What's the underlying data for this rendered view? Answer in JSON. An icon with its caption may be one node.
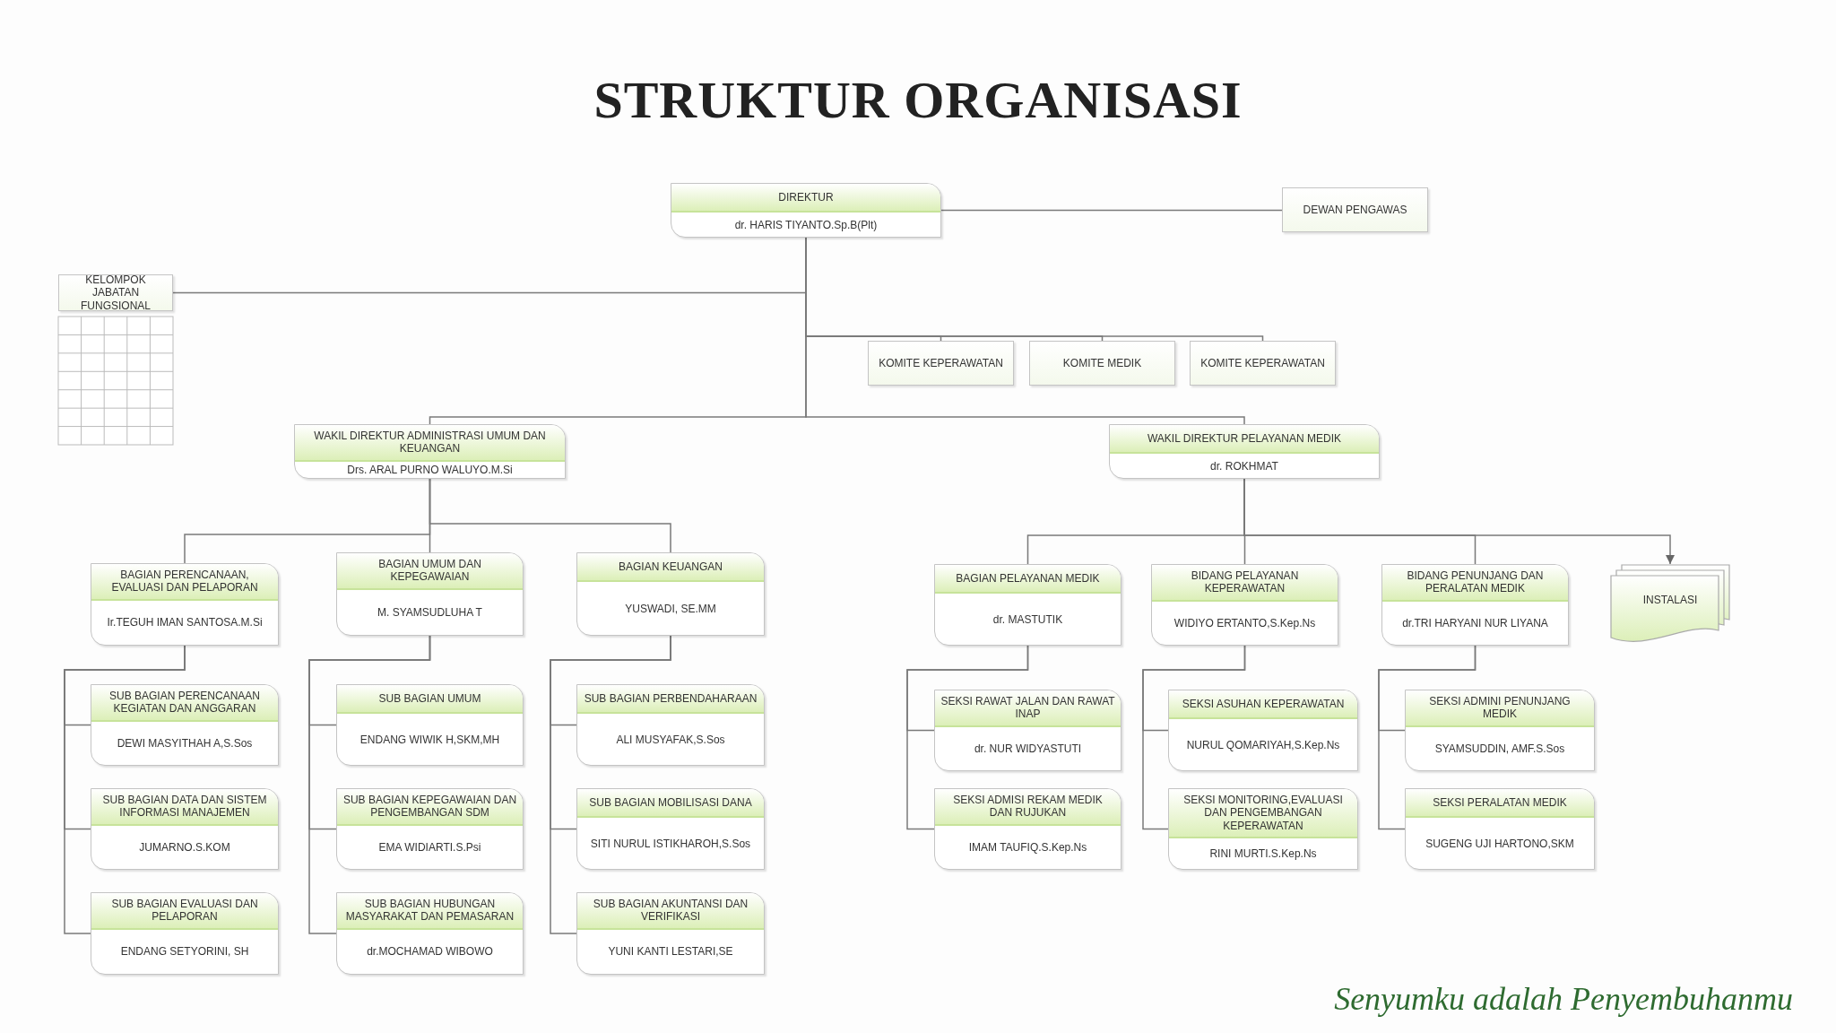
{
  "diagram": {
    "title": "STRUKTUR ORGANISASI",
    "nodes": [
      {
        "text": [
          "DIREKTUR",
          "dr. HARIS TIYANTO.Sp.B(Plt)"
        ]
      },
      {
        "text": [
          "DEWAN PENGAWAS"
        ]
      },
      {
        "text": [
          "KELOMPOK JABATAN FUNGSIONAL"
        ]
      },
      {
        "text": [
          "KOMITE KEPERAWATAN"
        ]
      },
      {
        "text": [
          "KOMITE MEDIK"
        ]
      },
      {
        "text": [
          "KOMITE KEPERAWATAN"
        ]
      },
      {
        "text": [
          "WAKIL DIREKTUR ADMINISTRASI UMUM DAN KEUANGAN",
          "Drs. ARAL PURNO WALUYO.M.Si"
        ]
      },
      {
        "text": [
          "WAKIL DIREKTUR PELAYANAN MEDIK",
          "dr. ROKHMAT"
        ]
      },
      {
        "text": [
          "BAGIAN PERENCANAAN, EVALUASI DAN PELAPORAN",
          "Ir.TEGUH IMAN SANTOSA.M.Si"
        ]
      },
      {
        "text": [
          "SUB BAGIAN PERENCANAAN KEGIATAN DAN ANGGARAN",
          "DEWI MASYITHAH A,S.Sos"
        ]
      },
      {
        "text": [
          "SUB BAGIAN DATA DAN SISTEM INFORMASI MANAJEMEN",
          "JUMARNO.S.KOM"
        ]
      },
      {
        "text": [
          "SUB BAGIAN EVALUASI DAN PELAPORAN",
          "ENDANG SETYORINI, SH"
        ]
      },
      {
        "text": [
          "BAGIAN UMUM DAN KEPEGAWAIAN",
          "M. SYAMSUDLUHA T"
        ]
      },
      {
        "text": [
          "SUB BAGIAN UMUM",
          "ENDANG WIWIK H,SKM,MH"
        ]
      },
      {
        "text": [
          "SUB BAGIAN KEPEGAWAIAN DAN PENGEMBANGAN SDM",
          "EMA WIDIARTI.S.Psi"
        ]
      },
      {
        "text": [
          "SUB BAGIAN HUBUNGAN MASYARAKAT DAN PEMASARAN",
          "dr.MOCHAMAD WIBOWO"
        ]
      },
      {
        "text": [
          "BAGIAN KEUANGAN",
          "YUSWADI, SE.MM"
        ]
      },
      {
        "text": [
          "SUB BAGIAN PERBENDAHARAAN",
          "ALI MUSYAFAK,S.Sos"
        ]
      },
      {
        "text": [
          "SUB BAGIAN MOBILISASI DANA",
          "SITI NURUL ISTIKHAROH,S.Sos"
        ]
      },
      {
        "text": [
          "SUB BAGIAN AKUNTANSI DAN VERIFIKASI",
          "YUNI KANTI LESTARI,SE"
        ]
      },
      {
        "text": [
          "BAGIAN PELAYANAN MEDIK",
          "dr. MASTUTIK"
        ]
      },
      {
        "text": [
          "SEKSI RAWAT JALAN DAN RAWAT INAP",
          "dr. NUR WIDYASTUTI"
        ]
      },
      {
        "text": [
          "SEKSI ADMISI REKAM MEDIK DAN RUJUKAN",
          "IMAM TAUFIQ.S.Kep.Ns"
        ]
      },
      {
        "text": [
          "BIDANG PELAYANAN KEPERAWATAN",
          "WIDIYO ERTANTO,S.Kep.Ns"
        ]
      },
      {
        "text": [
          "SEKSI ASUHAN KEPERAWATAN",
          "NURUL QOMARIYAH,S.Kep.Ns"
        ]
      },
      {
        "text": [
          "SEKSI MONITORING,EVALUASI DAN PENGEMBANGAN KEPERAWATAN",
          "RINI MURTI.S.Kep.Ns"
        ]
      },
      {
        "text": [
          "BIDANG PENUNJANG DAN PERALATAN MEDIK",
          "dr.TRI HARYANI NUR LIYANA"
        ]
      },
      {
        "text": [
          "SEKSI ADMINI PENUNJANG MEDIK",
          "SYAMSUDDIN, AMF.S.Sos"
        ]
      },
      {
        "text": [
          "SEKSI PERALATAN MEDIK",
          "SUGENG UJI HARTONO,SKM"
        ]
      },
      {
        "text": [
          "INSTALASI"
        ]
      }
    ],
    "edges": [
      {
        "from": 0,
        "to": 1,
        "arrow": "none"
      },
      {
        "from": 0,
        "to": 2,
        "arrow": "none"
      },
      {
        "from": 0,
        "to": 3,
        "arrow": "none"
      },
      {
        "from": 0,
        "to": 4,
        "arrow": "none"
      },
      {
        "from": 0,
        "to": 5,
        "arrow": "none"
      },
      {
        "from": 0,
        "to": 6,
        "arrow": "none"
      },
      {
        "from": 0,
        "to": 7,
        "arrow": "none"
      },
      {
        "from": 6,
        "to": 8,
        "arrow": "none"
      },
      {
        "from": 6,
        "to": 12,
        "arrow": "none"
      },
      {
        "from": 6,
        "to": 16,
        "arrow": "none"
      },
      {
        "from": 8,
        "to": 9,
        "arrow": "none"
      },
      {
        "from": 8,
        "to": 10,
        "arrow": "none"
      },
      {
        "from": 8,
        "to": 11,
        "arrow": "none"
      },
      {
        "from": 12,
        "to": 13,
        "arrow": "none"
      },
      {
        "from": 12,
        "to": 14,
        "arrow": "none"
      },
      {
        "from": 12,
        "to": 15,
        "arrow": "none"
      },
      {
        "from": 16,
        "to": 17,
        "arrow": "none"
      },
      {
        "from": 16,
        "to": 18,
        "arrow": "none"
      },
      {
        "from": 16,
        "to": 19,
        "arrow": "none"
      },
      {
        "from": 7,
        "to": 20,
        "arrow": "none"
      },
      {
        "from": 7,
        "to": 23,
        "arrow": "none"
      },
      {
        "from": 7,
        "to": 26,
        "arrow": "none"
      },
      {
        "from": 7,
        "to": 29,
        "arrow": "to"
      },
      {
        "from": 20,
        "to": 21,
        "arrow": "none"
      },
      {
        "from": 20,
        "to": 22,
        "arrow": "none"
      },
      {
        "from": 23,
        "to": 24,
        "arrow": "none"
      },
      {
        "from": 23,
        "to": 25,
        "arrow": "none"
      },
      {
        "from": 26,
        "to": 27,
        "arrow": "none"
      },
      {
        "from": 26,
        "to": 28,
        "arrow": "none"
      }
    ],
    "labels": [
      "Senyumku adalah Penyembuhanmu"
    ]
  }
}
